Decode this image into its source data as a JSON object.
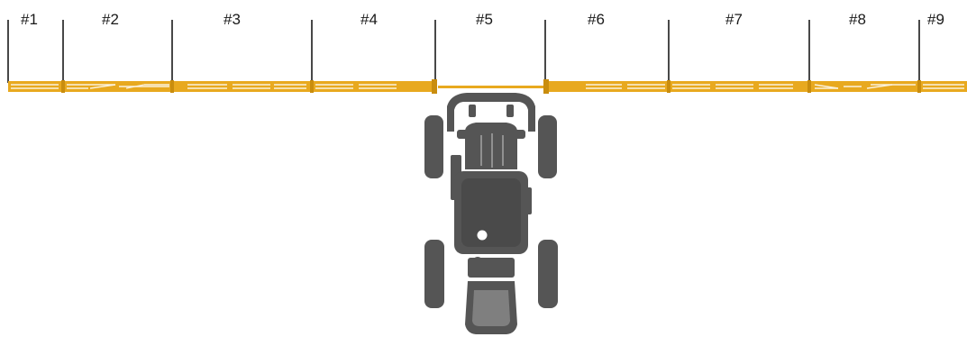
{
  "boom": {
    "sections": [
      {
        "label": "#1"
      },
      {
        "label": "#2"
      },
      {
        "label": "#3"
      },
      {
        "label": "#4"
      },
      {
        "label": "#5"
      },
      {
        "label": "#6"
      },
      {
        "label": "#7"
      },
      {
        "label": "#8"
      },
      {
        "label": "#9"
      }
    ],
    "color": "#e8a91f",
    "color_dark": "#c98d0e"
  },
  "tractor": {
    "color": "#555555",
    "icon": "tractor-icon"
  }
}
